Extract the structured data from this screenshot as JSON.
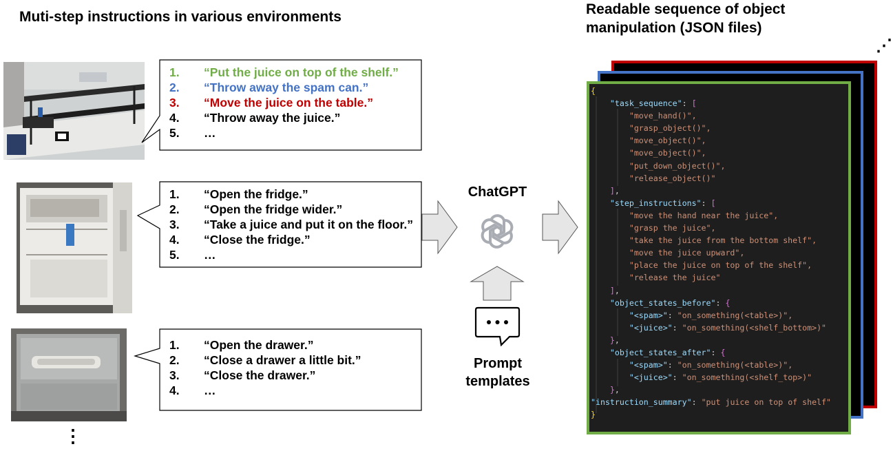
{
  "left_heading": "Muti-step instructions in various environments",
  "right_heading": "Readable sequence of object manipulation (JSON files)",
  "right_heading_line1": "Readable sequence of object",
  "right_heading_line2": "manipulation (JSON files)",
  "environments": [
    {
      "scene": "office shelf with juice and spam can",
      "instructions": [
        {
          "num": "1.",
          "text": "“Put the juice on top of the shelf.”",
          "color": "#70ad47"
        },
        {
          "num": "2.",
          "text": "“Throw away the spam can.”",
          "color": "#4472c4"
        },
        {
          "num": "3.",
          "text": "“Move the juice on the table.”",
          "color": "#c00000"
        },
        {
          "num": "4.",
          "text": "“Throw away the juice.”",
          "color": "#000000"
        },
        {
          "num": "5.",
          "text": "…",
          "color": "#000000"
        }
      ]
    },
    {
      "scene": "open fridge with juice can",
      "instructions": [
        {
          "num": "1.",
          "text": "“Open the fridge.”",
          "color": "#000000"
        },
        {
          "num": "2.",
          "text": "“Open the fridge wider.”",
          "color": "#000000"
        },
        {
          "num": "3.",
          "text": "“Take a juice and put it on the floor.”",
          "color": "#000000"
        },
        {
          "num": "4.",
          "text": "“Close the fridge.”",
          "color": "#000000"
        },
        {
          "num": "5.",
          "text": "…",
          "color": "#000000"
        }
      ]
    },
    {
      "scene": "gray drawer cabinet",
      "instructions": [
        {
          "num": "1.",
          "text": "“Open the drawer.”",
          "color": "#000000"
        },
        {
          "num": "2.",
          "text": "“Close a drawer a little bit.”",
          "color": "#000000"
        },
        {
          "num": "3.",
          "text": "“Close the drawer.”",
          "color": "#000000"
        },
        {
          "num": "4.",
          "text": "…",
          "color": "#000000"
        }
      ]
    }
  ],
  "chatgpt_label": "ChatGPT",
  "prompt_label_line1": "Prompt",
  "prompt_label_line2": "templates",
  "more_vertical": "⋮",
  "more_diagonal": "⋰",
  "json_frame_colors": [
    "#c00000",
    "#4472c4",
    "#70ad47"
  ],
  "json": {
    "open_brace": "{",
    "close_brace": "}",
    "task_sequence_key": "\"task_sequence\"",
    "task_sequence": [
      "\"move_hand()\",",
      "\"grasp_object()\",",
      "\"move_object()\",",
      "\"move_object()\",",
      "\"put_down_object()\",",
      "\"release_object()\""
    ],
    "step_instructions_key": "\"step_instructions\"",
    "step_instructions": [
      "\"move the hand near the juice\",",
      "\"grasp the juice\",",
      "\"take the juice from the bottom shelf\",",
      "\"move the juice upward\",",
      "\"place the juice on top of the shelf\",",
      "\"release the juice\""
    ],
    "object_states_before_key": "\"object_states_before\"",
    "before_spam_key": "\"<spam>\"",
    "before_spam_val": "\"on_something(<table>)\",",
    "before_juice_key": "\"<juice>\"",
    "before_juice_val": "\"on_something(<shelf_bottom>)\"",
    "object_states_after_key": "\"object_states_after\"",
    "after_spam_key": "\"<spam>\"",
    "after_spam_val": "\"on_something(<table>)\",",
    "after_juice_key": "\"<juice>\"",
    "after_juice_val": "\"on_something(<shelf_top>)\"",
    "summary_key": "\"instruction_summary\"",
    "summary_val": "\"put juice on top of shelf\""
  }
}
